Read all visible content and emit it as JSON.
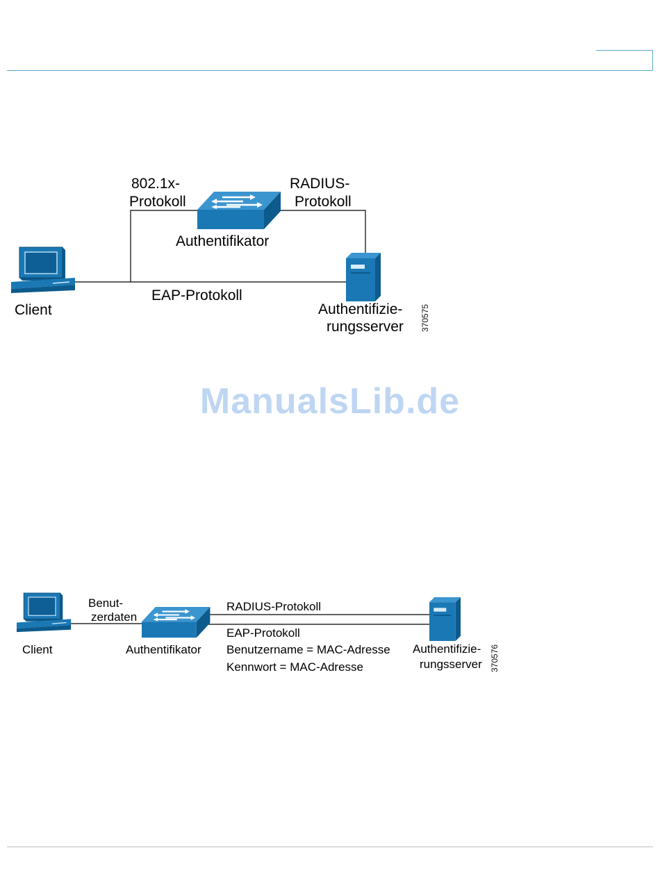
{
  "diagram1": {
    "protocol_8021x": [
      "802.1x-",
      "Protokoll"
    ],
    "radius_protocol": [
      "RADIUS-",
      "Protokoll"
    ],
    "authenticator": "Authentifikator",
    "client": "Client",
    "eap_protocol": "EAP-Protokoll",
    "auth_server": [
      "Authentifizie-",
      "rungsserver"
    ],
    "figure_id": "370575"
  },
  "diagram2": {
    "user_data": [
      "Benut-",
      "zerdaten"
    ],
    "client": "Client",
    "authenticator": "Authentifikator",
    "radius_protocol": "RADIUS-Protokoll",
    "eap_protocol": "EAP-Protokoll",
    "username": "Benutzername = MAC-Adresse",
    "password": "Kennwort = MAC-Adresse",
    "auth_server": [
      "Authentifizie-",
      "rungsserver"
    ],
    "figure_id": "370576"
  },
  "watermark": "ManualsLib.de",
  "colors": {
    "device_blue": "#1a78b4",
    "device_dark": "#0d5a8c",
    "header_line": "#5aa8c8",
    "watermark": "#a9c9ee"
  },
  "icons": [
    "computer-icon",
    "switch-icon",
    "server-icon"
  ]
}
